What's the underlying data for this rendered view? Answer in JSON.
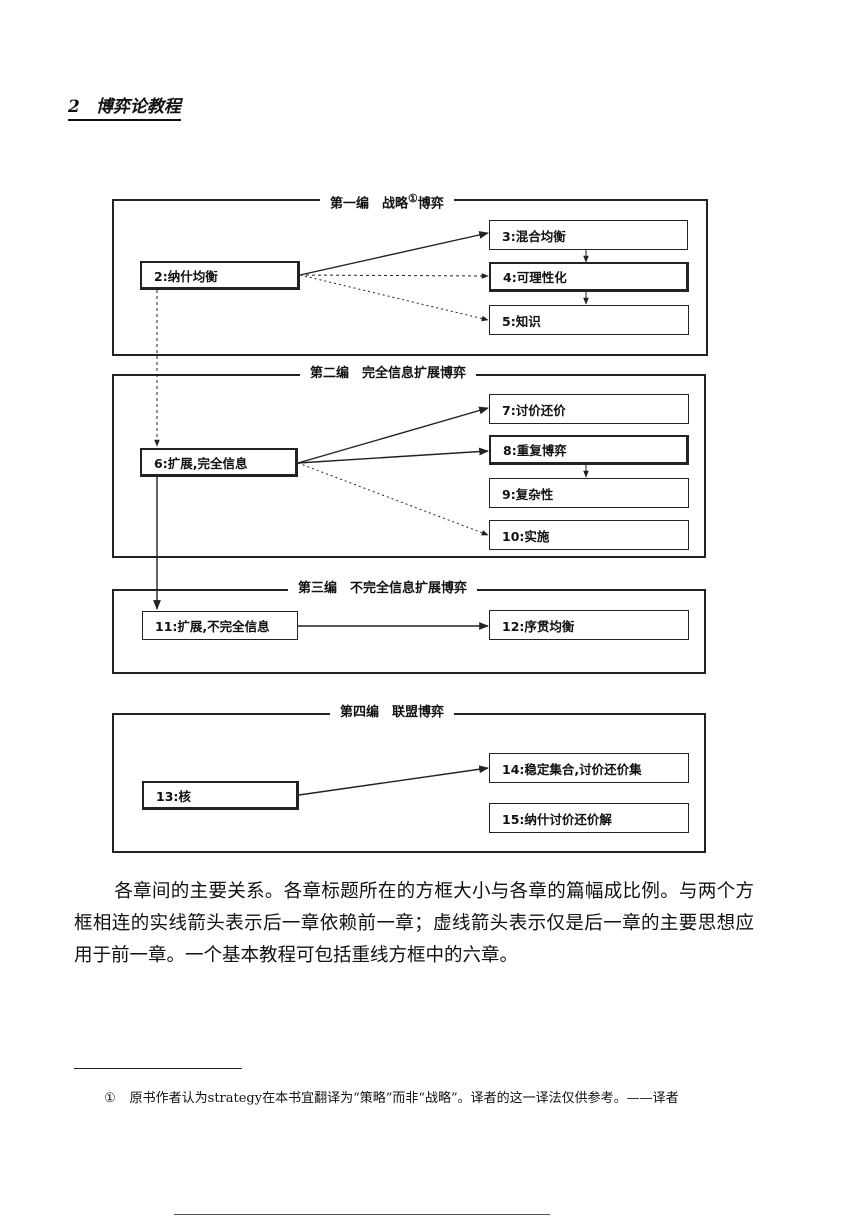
{
  "header": {
    "page_number": "2",
    "book_title": "博弈论教程"
  },
  "diagram": {
    "parts": [
      {
        "title": "第一编　战略",
        "footnote_mark": "①",
        "title_suffix": "博弈"
      },
      {
        "title": "第二编　完全信息扩展博弈"
      },
      {
        "title": "第三编　不完全信息扩展博弈"
      },
      {
        "title": "第四编　联盟博弈"
      }
    ],
    "chapters": {
      "c2": "2:纳什均衡",
      "c3": "3:混合均衡",
      "c4": "4:可理性化",
      "c5": "5:知识",
      "c6": "6:扩展,完全信息",
      "c7": "7:讨价还价",
      "c8": "8:重复博弈",
      "c9": "9:复杂性",
      "c10": "10:实施",
      "c11": "11:扩展,不完全信息",
      "c12": "12:序贯均衡",
      "c13": "13:核",
      "c14": "14:稳定集合,讨价还价集",
      "c15": "15:纳什讨价还价解"
    },
    "links": [
      {
        "from": "2:纳什均衡",
        "to": "3:混合均衡",
        "style": "solid"
      },
      {
        "from": "2:纳什均衡",
        "to": "4:可理性化",
        "style": "dashed"
      },
      {
        "from": "2:纳什均衡",
        "to": "5:知识",
        "style": "dashed"
      },
      {
        "from": "3:混合均衡",
        "to": "4:可理性化",
        "style": "solid"
      },
      {
        "from": "4:可理性化",
        "to": "5:知识",
        "style": "solid"
      },
      {
        "from": "2:纳什均衡",
        "to": "6:扩展,完全信息",
        "style": "dashed"
      },
      {
        "from": "6:扩展,完全信息",
        "to": "7:讨价还价",
        "style": "solid"
      },
      {
        "from": "6:扩展,完全信息",
        "to": "8:重复博弈",
        "style": "solid"
      },
      {
        "from": "8:重复博弈",
        "to": "9:复杂性",
        "style": "solid"
      },
      {
        "from": "6:扩展,完全信息",
        "to": "10:实施",
        "style": "dashed"
      },
      {
        "from": "6:扩展,完全信息",
        "to": "11:扩展,不完全信息",
        "style": "solid"
      },
      {
        "from": "11:扩展,不完全信息",
        "to": "12:序贯均衡",
        "style": "solid"
      },
      {
        "from": "13:核",
        "to": "14:稳定集合,讨价还价集",
        "style": "solid"
      }
    ]
  },
  "caption": "各章间的主要关系。各章标题所在的方框大小与各章的篇幅成比例。与两个方框相连的实线箭头表示后一章依赖前一章；虚线箭头表示仅是后一章的主要思想应用于前一章。一个基本教程可包括重线方框中的六章。",
  "footnote": {
    "mark": "①",
    "text": "原书作者认为strategy在本书宜翻译为“策略”而非“战略”。译者的这一译法仅供参考。——译者"
  }
}
